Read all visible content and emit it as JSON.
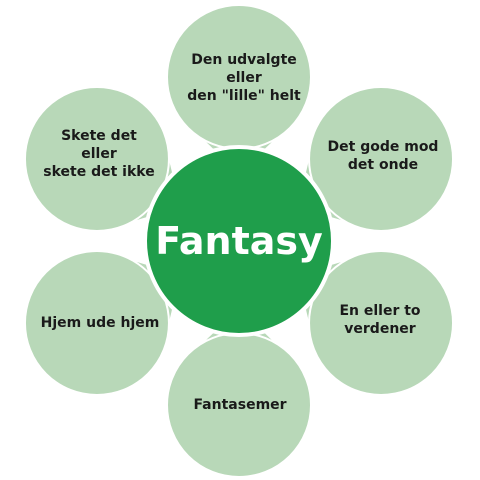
{
  "center": {
    "label": "Fantasy",
    "color": "#1f9e4b",
    "border": "#ffffff"
  },
  "petal_color": "#b8d8b8",
  "petal_border": "#ffffff",
  "petals": [
    {
      "label": "Den udvalgte\neller\nden \"lille\" helt"
    },
    {
      "label": "Det gode mod\ndet onde"
    },
    {
      "label": "En eller to\nverdener"
    },
    {
      "label": "Fantasemer"
    },
    {
      "label": "Hjem ude hjem"
    },
    {
      "label": "Skete det\neller\nskete det ikke"
    }
  ]
}
